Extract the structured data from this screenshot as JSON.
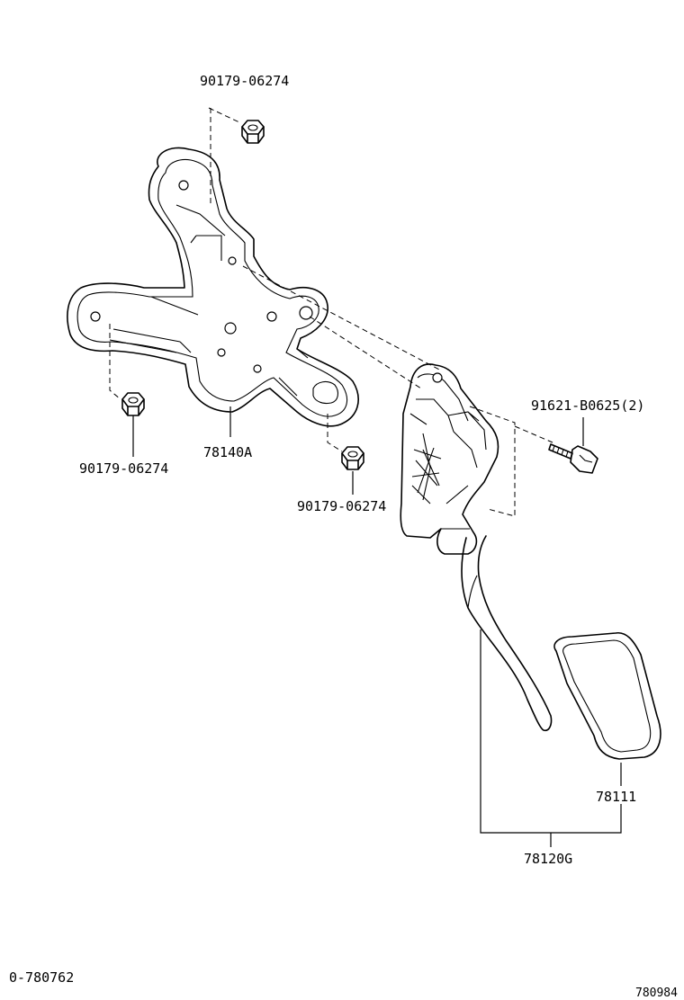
{
  "labels": {
    "nut_top": "90179-06274",
    "nut_left": "90179-06274",
    "nut_bottom": "90179-06274",
    "bolt": "91621-B0625(2)",
    "bracket": "78140A",
    "pedal_pad": "78111",
    "pedal_assy": "78120G",
    "ref_code": "0-780762",
    "illus_no": "780984"
  }
}
